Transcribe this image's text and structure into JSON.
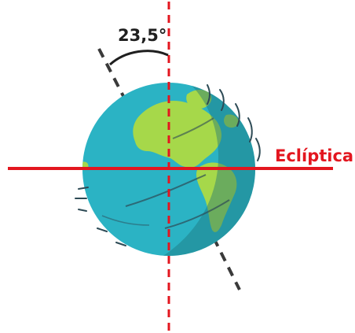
{
  "diagram": {
    "angle_label": "23,5°",
    "ecliptic_label": "Eclíptica",
    "axial_tilt_degrees": 23.5,
    "colors": {
      "ocean": "#2bb3c4",
      "ocean_shadow": "#1f8f9c",
      "land": "#a6d84a",
      "land_shadow": "#85b03a",
      "ecliptic_line": "#e3161f",
      "vertical_axis": "#e3161f",
      "rotation_axis": "#3a3a3a",
      "wind_lines": "#2d4a55"
    }
  }
}
